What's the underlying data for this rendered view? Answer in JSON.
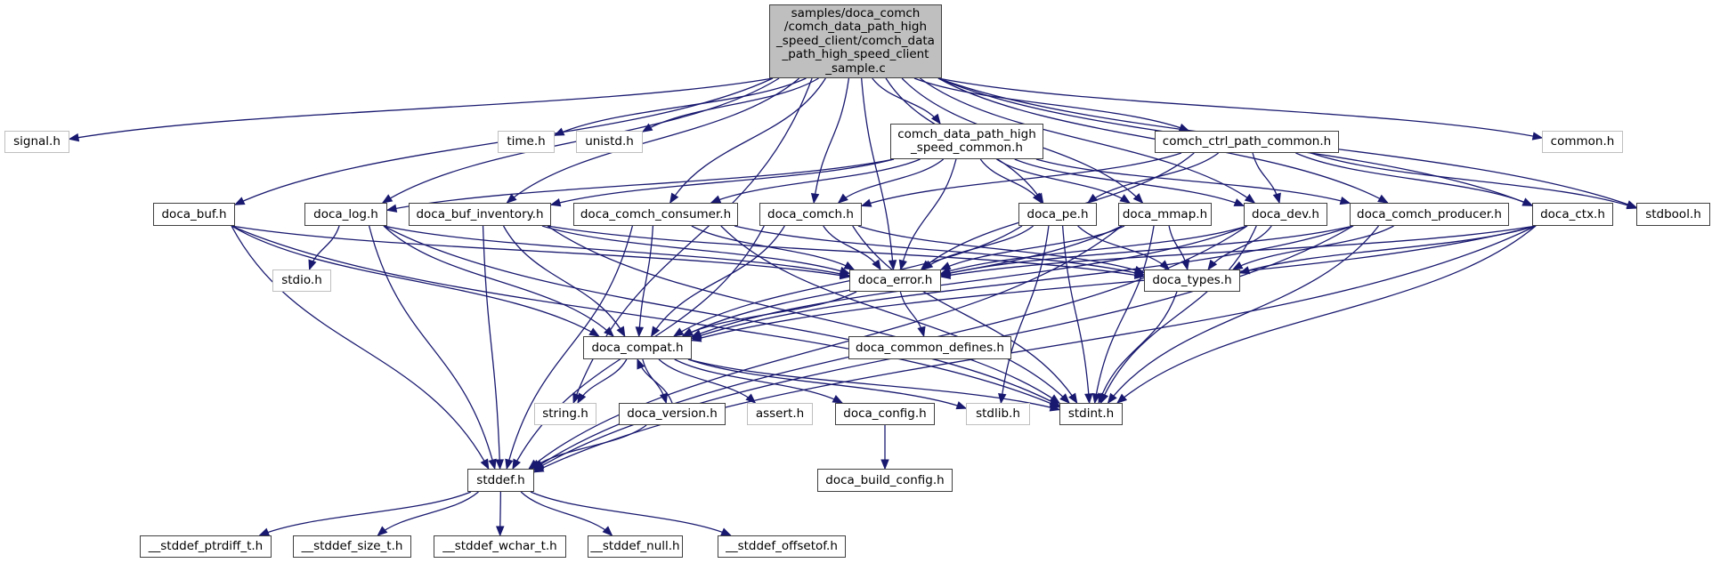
{
  "diagram": {
    "type": "include-dependency-graph",
    "root": "root",
    "edge_color": "#191970",
    "root_fill": "#bfbfbf",
    "nodes": [
      {
        "id": "root",
        "label": "samples/doca_comch\n/comch_data_path_high\n_speed_client/comch_data\n_path_high_speed_client\n_sample.c",
        "kind": "root"
      },
      {
        "id": "signal",
        "label": "signal.h",
        "kind": "system"
      },
      {
        "id": "time",
        "label": "time.h",
        "kind": "system"
      },
      {
        "id": "unistd",
        "label": "unistd.h",
        "kind": "system"
      },
      {
        "id": "hs_common",
        "label": "comch_data_path_high\n_speed_common.h",
        "kind": "local"
      },
      {
        "id": "ctrl_common",
        "label": "comch_ctrl_path_common.h",
        "kind": "local"
      },
      {
        "id": "common",
        "label": "common.h",
        "kind": "system"
      },
      {
        "id": "doca_buf",
        "label": "doca_buf.h",
        "kind": "local"
      },
      {
        "id": "doca_log",
        "label": "doca_log.h",
        "kind": "local"
      },
      {
        "id": "doca_buf_inventory",
        "label": "doca_buf_inventory.h",
        "kind": "local"
      },
      {
        "id": "doca_comch_consumer",
        "label": "doca_comch_consumer.h",
        "kind": "local"
      },
      {
        "id": "doca_comch",
        "label": "doca_comch.h",
        "kind": "local"
      },
      {
        "id": "doca_pe",
        "label": "doca_pe.h",
        "kind": "local"
      },
      {
        "id": "doca_mmap",
        "label": "doca_mmap.h",
        "kind": "local"
      },
      {
        "id": "doca_dev",
        "label": "doca_dev.h",
        "kind": "local"
      },
      {
        "id": "doca_comch_producer",
        "label": "doca_comch_producer.h",
        "kind": "local"
      },
      {
        "id": "doca_ctx",
        "label": "doca_ctx.h",
        "kind": "local"
      },
      {
        "id": "stdbool",
        "label": "stdbool.h",
        "kind": "local"
      },
      {
        "id": "stdio",
        "label": "stdio.h",
        "kind": "system"
      },
      {
        "id": "doca_error",
        "label": "doca_error.h",
        "kind": "local"
      },
      {
        "id": "doca_types",
        "label": "doca_types.h",
        "kind": "local"
      },
      {
        "id": "doca_compat",
        "label": "doca_compat.h",
        "kind": "local"
      },
      {
        "id": "doca_common_defines",
        "label": "doca_common_defines.h",
        "kind": "local"
      },
      {
        "id": "string",
        "label": "string.h",
        "kind": "system"
      },
      {
        "id": "doca_version",
        "label": "doca_version.h",
        "kind": "local"
      },
      {
        "id": "assert",
        "label": "assert.h",
        "kind": "system"
      },
      {
        "id": "doca_config",
        "label": "doca_config.h",
        "kind": "local"
      },
      {
        "id": "stdlib",
        "label": "stdlib.h",
        "kind": "system"
      },
      {
        "id": "stdint",
        "label": "stdint.h",
        "kind": "local"
      },
      {
        "id": "stddef",
        "label": "stddef.h",
        "kind": "local"
      },
      {
        "id": "doca_build_config",
        "label": "doca_build_config.h",
        "kind": "local"
      },
      {
        "id": "sd_ptrdiff",
        "label": "__stddef_ptrdiff_t.h",
        "kind": "local"
      },
      {
        "id": "sd_size",
        "label": "__stddef_size_t.h",
        "kind": "local"
      },
      {
        "id": "sd_wchar",
        "label": "__stddef_wchar_t.h",
        "kind": "local"
      },
      {
        "id": "sd_null",
        "label": "__stddef_null.h",
        "kind": "local"
      },
      {
        "id": "sd_offsetof",
        "label": "__stddef_offsetof.h",
        "kind": "local"
      }
    ],
    "edges": [
      [
        "root",
        "signal"
      ],
      [
        "root",
        "time"
      ],
      [
        "root",
        "unistd"
      ],
      [
        "root",
        "string"
      ],
      [
        "root",
        "doca_buf"
      ],
      [
        "root",
        "doca_log"
      ],
      [
        "root",
        "doca_buf_inventory"
      ],
      [
        "root",
        "doca_comch_consumer"
      ],
      [
        "root",
        "doca_comch"
      ],
      [
        "root",
        "doca_error"
      ],
      [
        "root",
        "hs_common"
      ],
      [
        "root",
        "doca_pe"
      ],
      [
        "root",
        "doca_mmap"
      ],
      [
        "root",
        "ctrl_common"
      ],
      [
        "root",
        "doca_dev"
      ],
      [
        "root",
        "doca_comch_producer"
      ],
      [
        "root",
        "doca_ctx"
      ],
      [
        "root",
        "stdbool"
      ],
      [
        "root",
        "common"
      ],
      [
        "hs_common",
        "doca_log"
      ],
      [
        "hs_common",
        "doca_buf_inventory"
      ],
      [
        "hs_common",
        "doca_comch_consumer"
      ],
      [
        "hs_common",
        "doca_comch"
      ],
      [
        "hs_common",
        "doca_error"
      ],
      [
        "hs_common",
        "doca_pe"
      ],
      [
        "hs_common",
        "doca_mmap"
      ],
      [
        "hs_common",
        "doca_dev"
      ],
      [
        "hs_common",
        "doca_comch_producer"
      ],
      [
        "ctrl_common",
        "doca_comch"
      ],
      [
        "ctrl_common",
        "doca_error"
      ],
      [
        "ctrl_common",
        "doca_pe"
      ],
      [
        "ctrl_common",
        "doca_dev"
      ],
      [
        "ctrl_common",
        "doca_ctx"
      ],
      [
        "ctrl_common",
        "stdbool"
      ],
      [
        "doca_buf",
        "doca_error"
      ],
      [
        "doca_buf",
        "doca_compat"
      ],
      [
        "doca_buf",
        "stdint"
      ],
      [
        "doca_buf",
        "stddef"
      ],
      [
        "doca_log",
        "stdio"
      ],
      [
        "doca_log",
        "doca_compat"
      ],
      [
        "doca_log",
        "doca_error"
      ],
      [
        "doca_log",
        "stdint"
      ],
      [
        "doca_log",
        "stddef"
      ],
      [
        "doca_buf_inventory",
        "doca_compat"
      ],
      [
        "doca_buf_inventory",
        "doca_error"
      ],
      [
        "doca_buf_inventory",
        "doca_types"
      ],
      [
        "doca_buf_inventory",
        "stdint"
      ],
      [
        "doca_buf_inventory",
        "stddef"
      ],
      [
        "doca_comch_consumer",
        "doca_compat"
      ],
      [
        "doca_comch_consumer",
        "doca_error"
      ],
      [
        "doca_comch_consumer",
        "doca_types"
      ],
      [
        "doca_comch_consumer",
        "stdint"
      ],
      [
        "doca_comch_consumer",
        "stddef"
      ],
      [
        "doca_comch",
        "doca_compat"
      ],
      [
        "doca_comch",
        "doca_error"
      ],
      [
        "doca_comch",
        "doca_types"
      ],
      [
        "doca_comch",
        "stdint"
      ],
      [
        "doca_comch",
        "stddef"
      ],
      [
        "doca_pe",
        "doca_compat"
      ],
      [
        "doca_pe",
        "doca_error"
      ],
      [
        "doca_pe",
        "doca_types"
      ],
      [
        "doca_pe",
        "stdint"
      ],
      [
        "doca_pe",
        "stdlib"
      ],
      [
        "doca_mmap",
        "doca_compat"
      ],
      [
        "doca_mmap",
        "doca_error"
      ],
      [
        "doca_mmap",
        "doca_types"
      ],
      [
        "doca_mmap",
        "stdint"
      ],
      [
        "doca_mmap",
        "stddef"
      ],
      [
        "doca_dev",
        "doca_compat"
      ],
      [
        "doca_dev",
        "doca_error"
      ],
      [
        "doca_dev",
        "doca_types"
      ],
      [
        "doca_dev",
        "stdint"
      ],
      [
        "doca_dev",
        "stddef"
      ],
      [
        "doca_comch_producer",
        "doca_compat"
      ],
      [
        "doca_comch_producer",
        "doca_error"
      ],
      [
        "doca_comch_producer",
        "doca_types"
      ],
      [
        "doca_comch_producer",
        "stdint"
      ],
      [
        "doca_comch_producer",
        "stddef"
      ],
      [
        "doca_ctx",
        "doca_compat"
      ],
      [
        "doca_ctx",
        "doca_error"
      ],
      [
        "doca_ctx",
        "doca_types"
      ],
      [
        "doca_ctx",
        "stdint"
      ],
      [
        "doca_ctx",
        "stddef"
      ],
      [
        "doca_error",
        "doca_compat"
      ],
      [
        "doca_error",
        "doca_common_defines"
      ],
      [
        "doca_types",
        "stdint"
      ],
      [
        "doca_compat",
        "string"
      ],
      [
        "doca_compat",
        "doca_version"
      ],
      [
        "doca_compat",
        "assert"
      ],
      [
        "doca_compat",
        "doca_config"
      ],
      [
        "doca_compat",
        "stdlib"
      ],
      [
        "doca_compat",
        "stdint"
      ],
      [
        "doca_version",
        "doca_compat"
      ],
      [
        "doca_version",
        "stddef"
      ],
      [
        "doca_config",
        "doca_build_config"
      ],
      [
        "stddef",
        "sd_ptrdiff"
      ],
      [
        "stddef",
        "sd_size"
      ],
      [
        "stddef",
        "sd_wchar"
      ],
      [
        "stddef",
        "sd_null"
      ],
      [
        "stddef",
        "sd_offsetof"
      ]
    ]
  }
}
